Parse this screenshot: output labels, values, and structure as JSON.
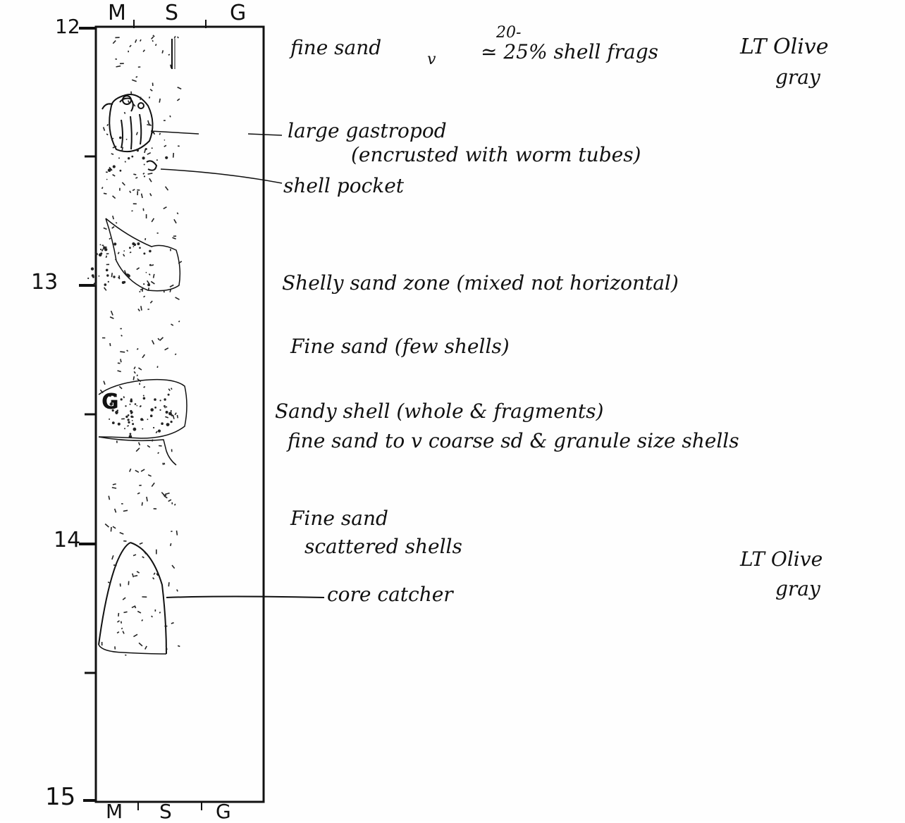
{
  "core_log": {
    "grain_scale_top": [
      "M",
      "S",
      "G"
    ],
    "grain_scale_bottom": [
      "M",
      "S",
      "G"
    ],
    "depths": [
      "12",
      "13",
      "14",
      "15"
    ],
    "annotations": {
      "fine_sand": "fine sand",
      "tilde": "v",
      "shell_percent_alt": "20-",
      "shell_frags": "≃ 25% shell frags",
      "color_top": "LT Olive",
      "color_top_2": "gray",
      "gastropod": "large gastropod",
      "gastropod_2": "(encrusted with worm tubes)",
      "shell_pocket": "shell pocket",
      "shelly_sand": "Shelly sand zone (mixed not horizontal)",
      "fine_sand_few": "Fine sand (few shells)",
      "sandy_shell": "Sandy shell (whole & fragments)",
      "sandy_shell_2": "fine sand to v coarse sd & granule size shells",
      "fine_sand_scattered": "Fine sand",
      "fine_sand_scattered_2": "scattered shells",
      "core_catcher": "core catcher",
      "color_bottom": "LT Olive",
      "color_bottom_2": "gray",
      "marker_g": "G"
    }
  }
}
